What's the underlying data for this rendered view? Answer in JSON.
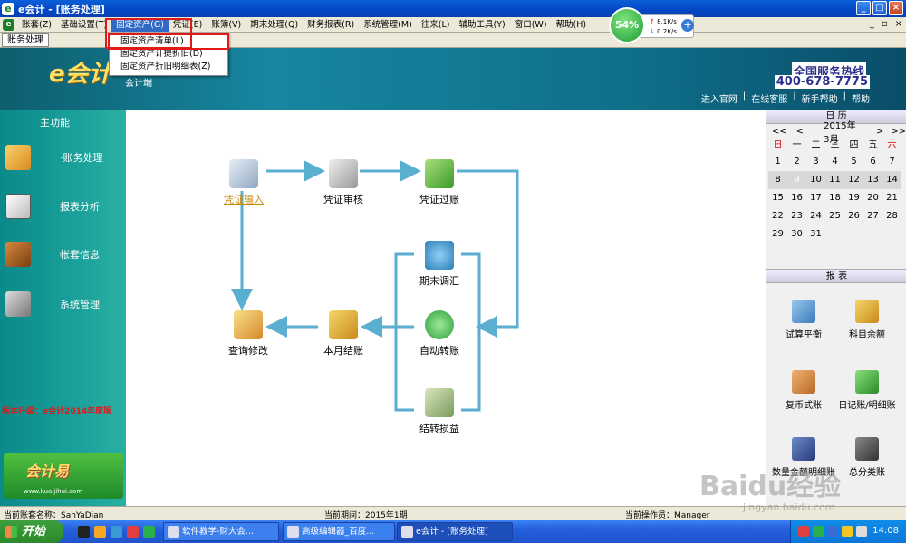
{
  "window": {
    "title": "e会计 - [账务处理]",
    "app_icon_text": "e"
  },
  "menubar": {
    "items": [
      "账套(Z)",
      "基础设置(T)",
      "固定资产(G)",
      "凭证(E)",
      "账簿(V)",
      "期末处理(Q)",
      "财务报表(R)",
      "系统管理(M)",
      "往来(L)",
      "辅助工具(Y)",
      "窗口(W)",
      "帮助(H)"
    ]
  },
  "dropdown": {
    "items": [
      "固定资产清单(L)",
      "固定资产计提折旧(D)",
      "固定资产折旧明细表(Z)"
    ]
  },
  "toolbar": {
    "tab": "账务处理"
  },
  "net": {
    "percent": "54%",
    "up": "8.1K/s",
    "down": "0.2K/s",
    "plus": "+"
  },
  "banner": {
    "logo": "e会计",
    "logo_sub": "会计端",
    "hotline_title": "全国服务热线",
    "hotline_num": "400-678-7775",
    "links": [
      "进入官网",
      "|",
      "在线客服",
      "|",
      "新手帮助",
      "|",
      "帮助"
    ]
  },
  "sidebar": {
    "title": "主功能",
    "items": [
      "·账务处理",
      "报表分析",
      "帐套信息",
      "系统管理"
    ],
    "promo": "版本升级：e会计2014年度版",
    "badge_title": "会计易",
    "badge_url": "www.kuaijihui.com"
  },
  "flow": {
    "nodes": [
      "凭证输入",
      "凭证审核",
      "凭证过账",
      "期末调汇",
      "查询修改",
      "本月结账",
      "自动转账",
      "结转损益"
    ]
  },
  "calendar": {
    "title": "日 历",
    "nav_prev2": "<<",
    "nav_prev": "<",
    "month": "2015年3月",
    "nav_next": ">",
    "nav_next2": ">>",
    "weekdays": [
      "日",
      "一",
      "二",
      "三",
      "四",
      "五",
      "六"
    ],
    "days": [
      "1",
      "2",
      "3",
      "4",
      "5",
      "6",
      "7",
      "8",
      "9",
      "10",
      "11",
      "12",
      "13",
      "14",
      "15",
      "16",
      "17",
      "18",
      "19",
      "20",
      "21",
      "22",
      "23",
      "24",
      "25",
      "26",
      "27",
      "28",
      "29",
      "30",
      "31"
    ],
    "selected": "9"
  },
  "reports": {
    "title": "报 表",
    "items": [
      "试算平衡",
      "科目余额",
      "复币式账",
      "日记账/明细账",
      "数量金额明细账",
      "总分类账"
    ]
  },
  "status": {
    "account": "当前账套名称：SanYaDian",
    "period": "当前期间：2015年1期",
    "operator": "当前操作员：Manager"
  },
  "taskbar": {
    "start": "开始",
    "tasks": [
      "软件教学-财大会...",
      "高级编辑器_百度...",
      "e会计 - [账务处理]"
    ],
    "clock": "14:08"
  },
  "watermark": {
    "text": "Baidu经验",
    "url": "jingyan.baidu.com"
  },
  "colors": {
    "accent_teal": "#1786a0",
    "menu_highlight": "#316ac5",
    "callout_red": "#e01a1a",
    "flow_arrow": "#5aaed0"
  }
}
